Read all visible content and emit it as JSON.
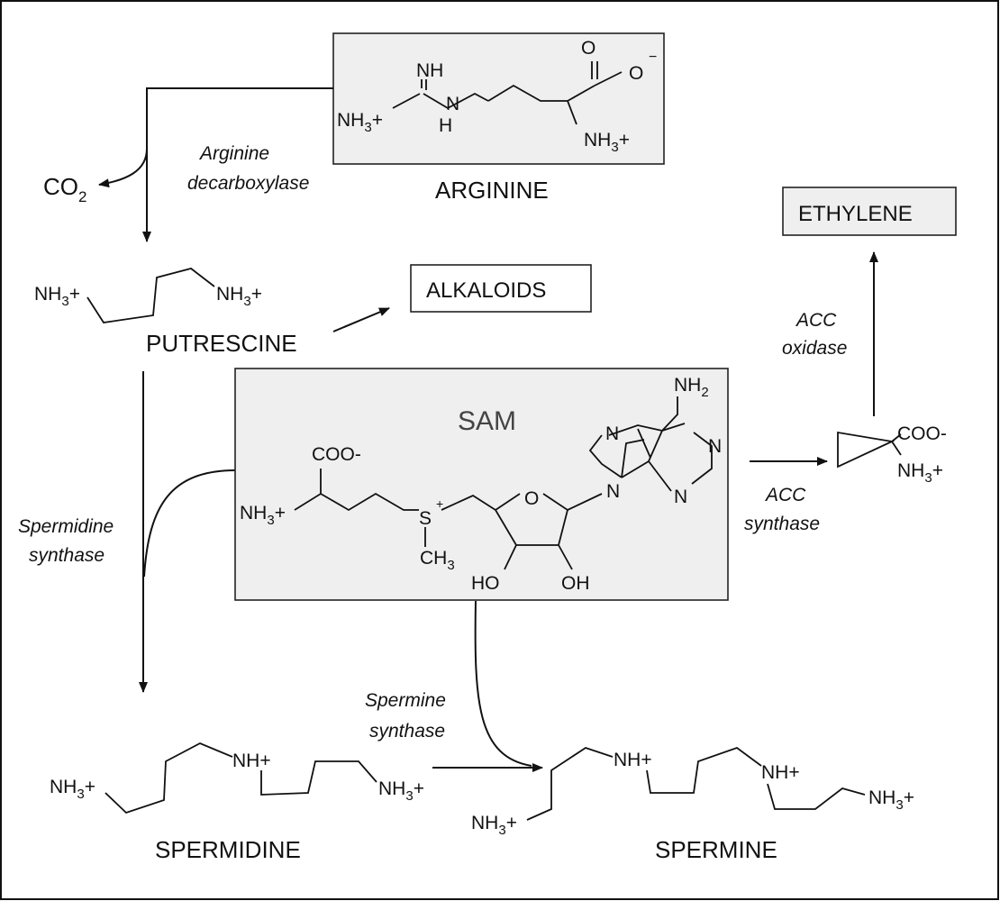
{
  "molecules": {
    "arginine": "ARGININE",
    "putrescine": "PUTRESCINE",
    "sam": "SAM",
    "spermidine": "SPERMIDINE",
    "spermine": "SPERMINE"
  },
  "products": {
    "alkaloids": "ALKALOIDS",
    "ethylene": "ETHYLENE",
    "co2": "CO",
    "co2_sub": "2"
  },
  "enzymes": {
    "arginine_decarboxylase": [
      "Arginine",
      "decarboxylase"
    ],
    "spermidine_synthase": [
      "Spermidine",
      "synthase"
    ],
    "spermine_synthase": [
      "Spermine",
      "synthase"
    ],
    "acc_synthase": [
      "ACC",
      "synthase"
    ],
    "acc_oxidase": [
      "ACC",
      "oxidase"
    ]
  },
  "atoms": {
    "nh": "NH",
    "n": "N",
    "h": "H",
    "o": "O",
    "minus": "−",
    "nh3": "NH",
    "sub3": "3",
    "sub2": "2",
    "plus": "+",
    "nh_plus": "NH+",
    "coo_minus": "COO-",
    "s": "S",
    "ch3": "CH",
    "ho": "HO",
    "oh": "OH",
    "nh2": "NH"
  }
}
